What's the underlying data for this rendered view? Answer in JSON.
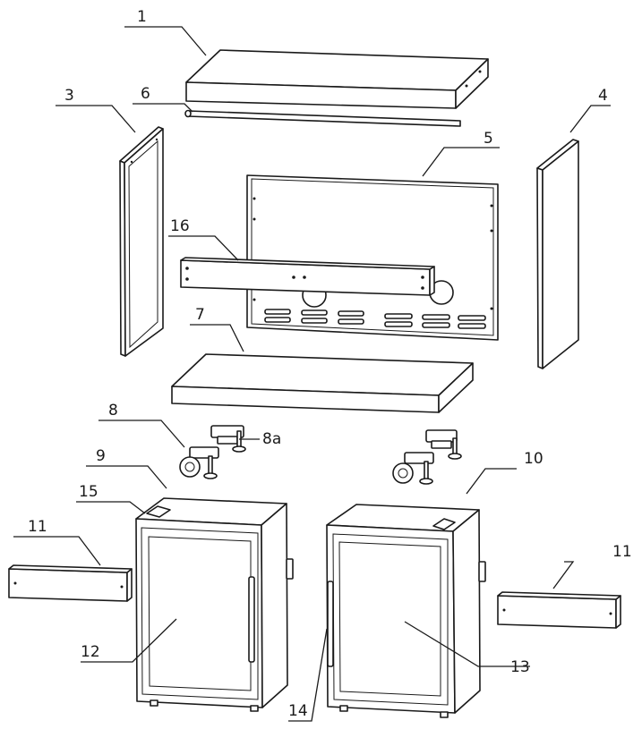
{
  "diagram": {
    "callouts": [
      {
        "id": "c1",
        "label": "1"
      },
      {
        "id": "c3",
        "label": "3"
      },
      {
        "id": "c4",
        "label": "4"
      },
      {
        "id": "c5",
        "label": "5"
      },
      {
        "id": "c6",
        "label": "6"
      },
      {
        "id": "c7",
        "label": "7"
      },
      {
        "id": "c8",
        "label": "8"
      },
      {
        "id": "c8a",
        "label": "8a"
      },
      {
        "id": "c9",
        "label": "9"
      },
      {
        "id": "c10",
        "label": "10"
      },
      {
        "id": "c11l",
        "label": "11"
      },
      {
        "id": "c11r",
        "label": "11"
      },
      {
        "id": "c12",
        "label": "12"
      },
      {
        "id": "c13",
        "label": "13"
      },
      {
        "id": "c14",
        "label": "14"
      },
      {
        "id": "c15",
        "label": "15"
      },
      {
        "id": "c16",
        "label": "16"
      }
    ]
  }
}
